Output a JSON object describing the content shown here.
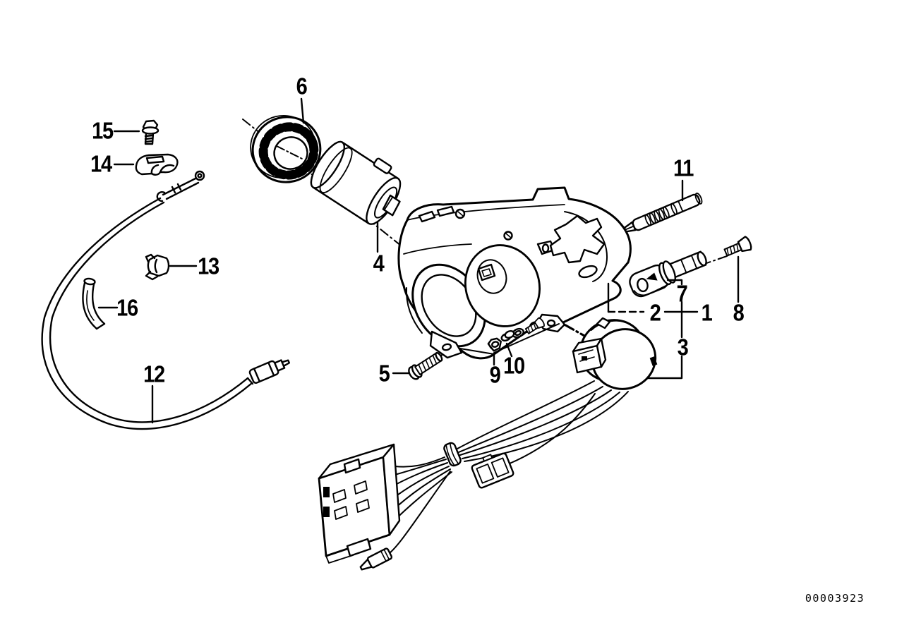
{
  "page": {
    "background": "#ffffff",
    "line_color": "#000000"
  },
  "diagram_code": "00003923",
  "part_labels": {
    "l1": "1",
    "l2": "2",
    "l3": "3",
    "l4": "4",
    "l5": "5",
    "l6": "6",
    "l7": "7",
    "l8": "8",
    "l9": "9",
    "l10": "10",
    "l11": "11",
    "l12": "12",
    "l13": "13",
    "l14": "14",
    "l15": "15",
    "l16": "16"
  }
}
